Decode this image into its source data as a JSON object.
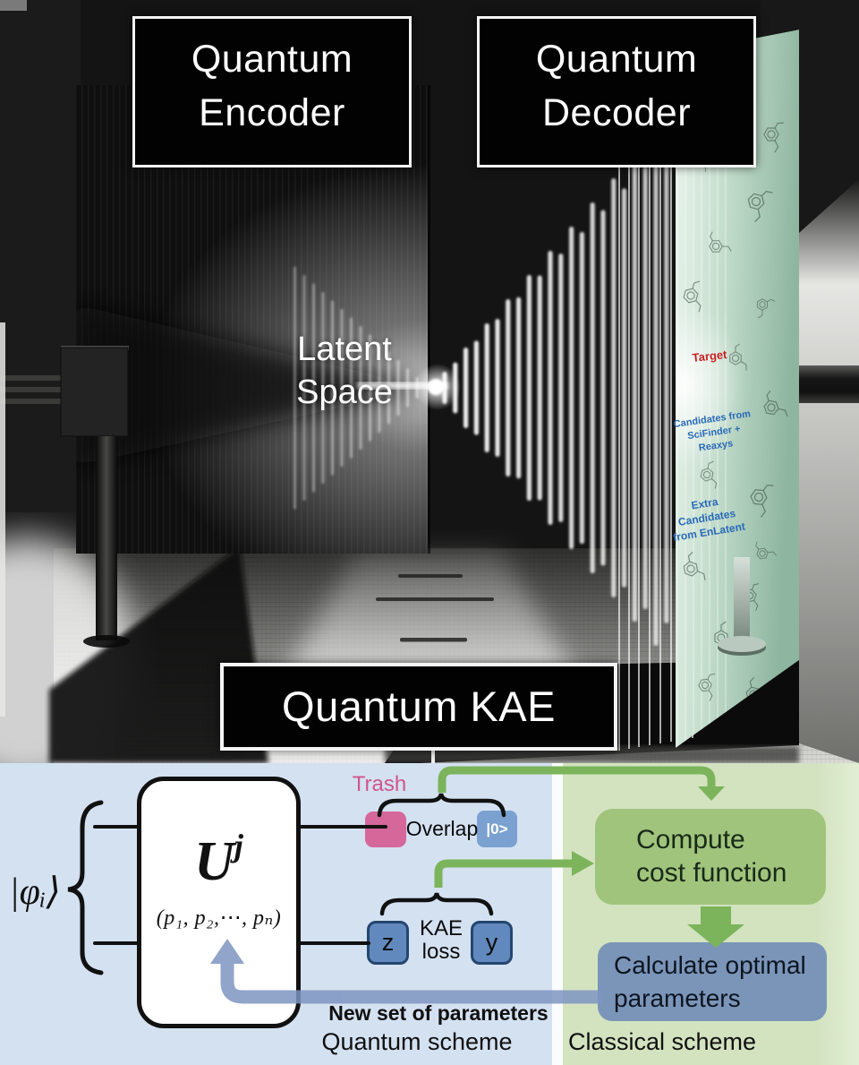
{
  "figure": {
    "encoder": {
      "line1": "Quantum",
      "line2": "Encoder"
    },
    "decoder": {
      "line1": "Quantum",
      "line2": "Decoder"
    },
    "latent": {
      "line1": "Latent",
      "line2": "Space"
    },
    "kae_label": "Quantum KAE",
    "screen": {
      "target": "Target",
      "candidates_line1": "Candidates from",
      "candidates_line2": "SciFinder + Reaxys",
      "extra_line1": "Extra Candidates",
      "extra_line2": "from EnLatent"
    }
  },
  "circuit": {
    "input_state": "|φᵢ⟩",
    "unitary_base": "U",
    "unitary_sup": "j",
    "unitary_params": "(p₁, p₂,⋯, pₙ)",
    "trash_label": "Trash",
    "overlap_label": "Overlap",
    "zero_state": "|0>",
    "z_label": "z",
    "y_label": "y",
    "kae_loss_line1": "KAE",
    "kae_loss_line2": "loss",
    "new_params_label": "New set of parameters",
    "scheme_label": "Quantum scheme"
  },
  "classical": {
    "compute_line1": "Compute",
    "compute_line2": "cost function",
    "calculate_line1": "Calculate optimal",
    "calculate_line2": "parameters",
    "scheme_label": "Classical scheme"
  },
  "colors": {
    "pink": "#d5679b",
    "pinkText": "#d0568c",
    "lightBlue": "#7ba1d0",
    "midBlue": "#6289bd",
    "navy": "#24466e",
    "greenArrow": "#7cb45c",
    "greenBox": "#a0c47c",
    "greenBg": "#d3e3c0",
    "blueBg": "#d4e1f1",
    "slate": "#7b95b9",
    "feedback": "#7e95c1",
    "redTarget": "#c42020",
    "screenBlue": "#2a6ab8"
  }
}
